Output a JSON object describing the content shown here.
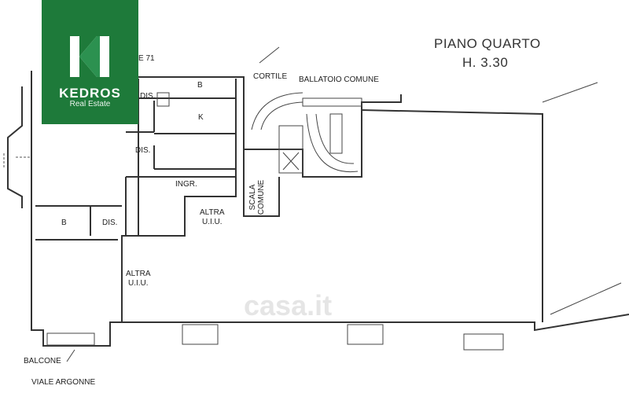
{
  "header": {
    "floor_title": "PIANO QUARTO",
    "height": "H. 3.30"
  },
  "logo": {
    "brand": "KEDROS",
    "subtitle": "Real Estate",
    "mark": "K"
  },
  "rooms": {
    "b_top": "B",
    "dis_top": "DIS.",
    "k": "K",
    "dis_mid": "DIS.",
    "ingr": "INGR.",
    "b_bottom": "B",
    "dis_bottom": "DIS.",
    "altra_uiu_1": "ALTRA\nU.I.U.",
    "altra_uiu_2": "ALTRA\nU.I.U."
  },
  "labels": {
    "cortile": "CORTILE",
    "ballatoio": "BALLATOIO COMUNE",
    "scala_comune": "SCALA\nCOMUNE",
    "balcone": "BALCONE",
    "street": "VIALE ARGONNE",
    "partial_top": "E 71"
  },
  "watermark": "casa.it",
  "colors": {
    "logo_bg": "#1e7a3a",
    "ink": "#333333"
  }
}
